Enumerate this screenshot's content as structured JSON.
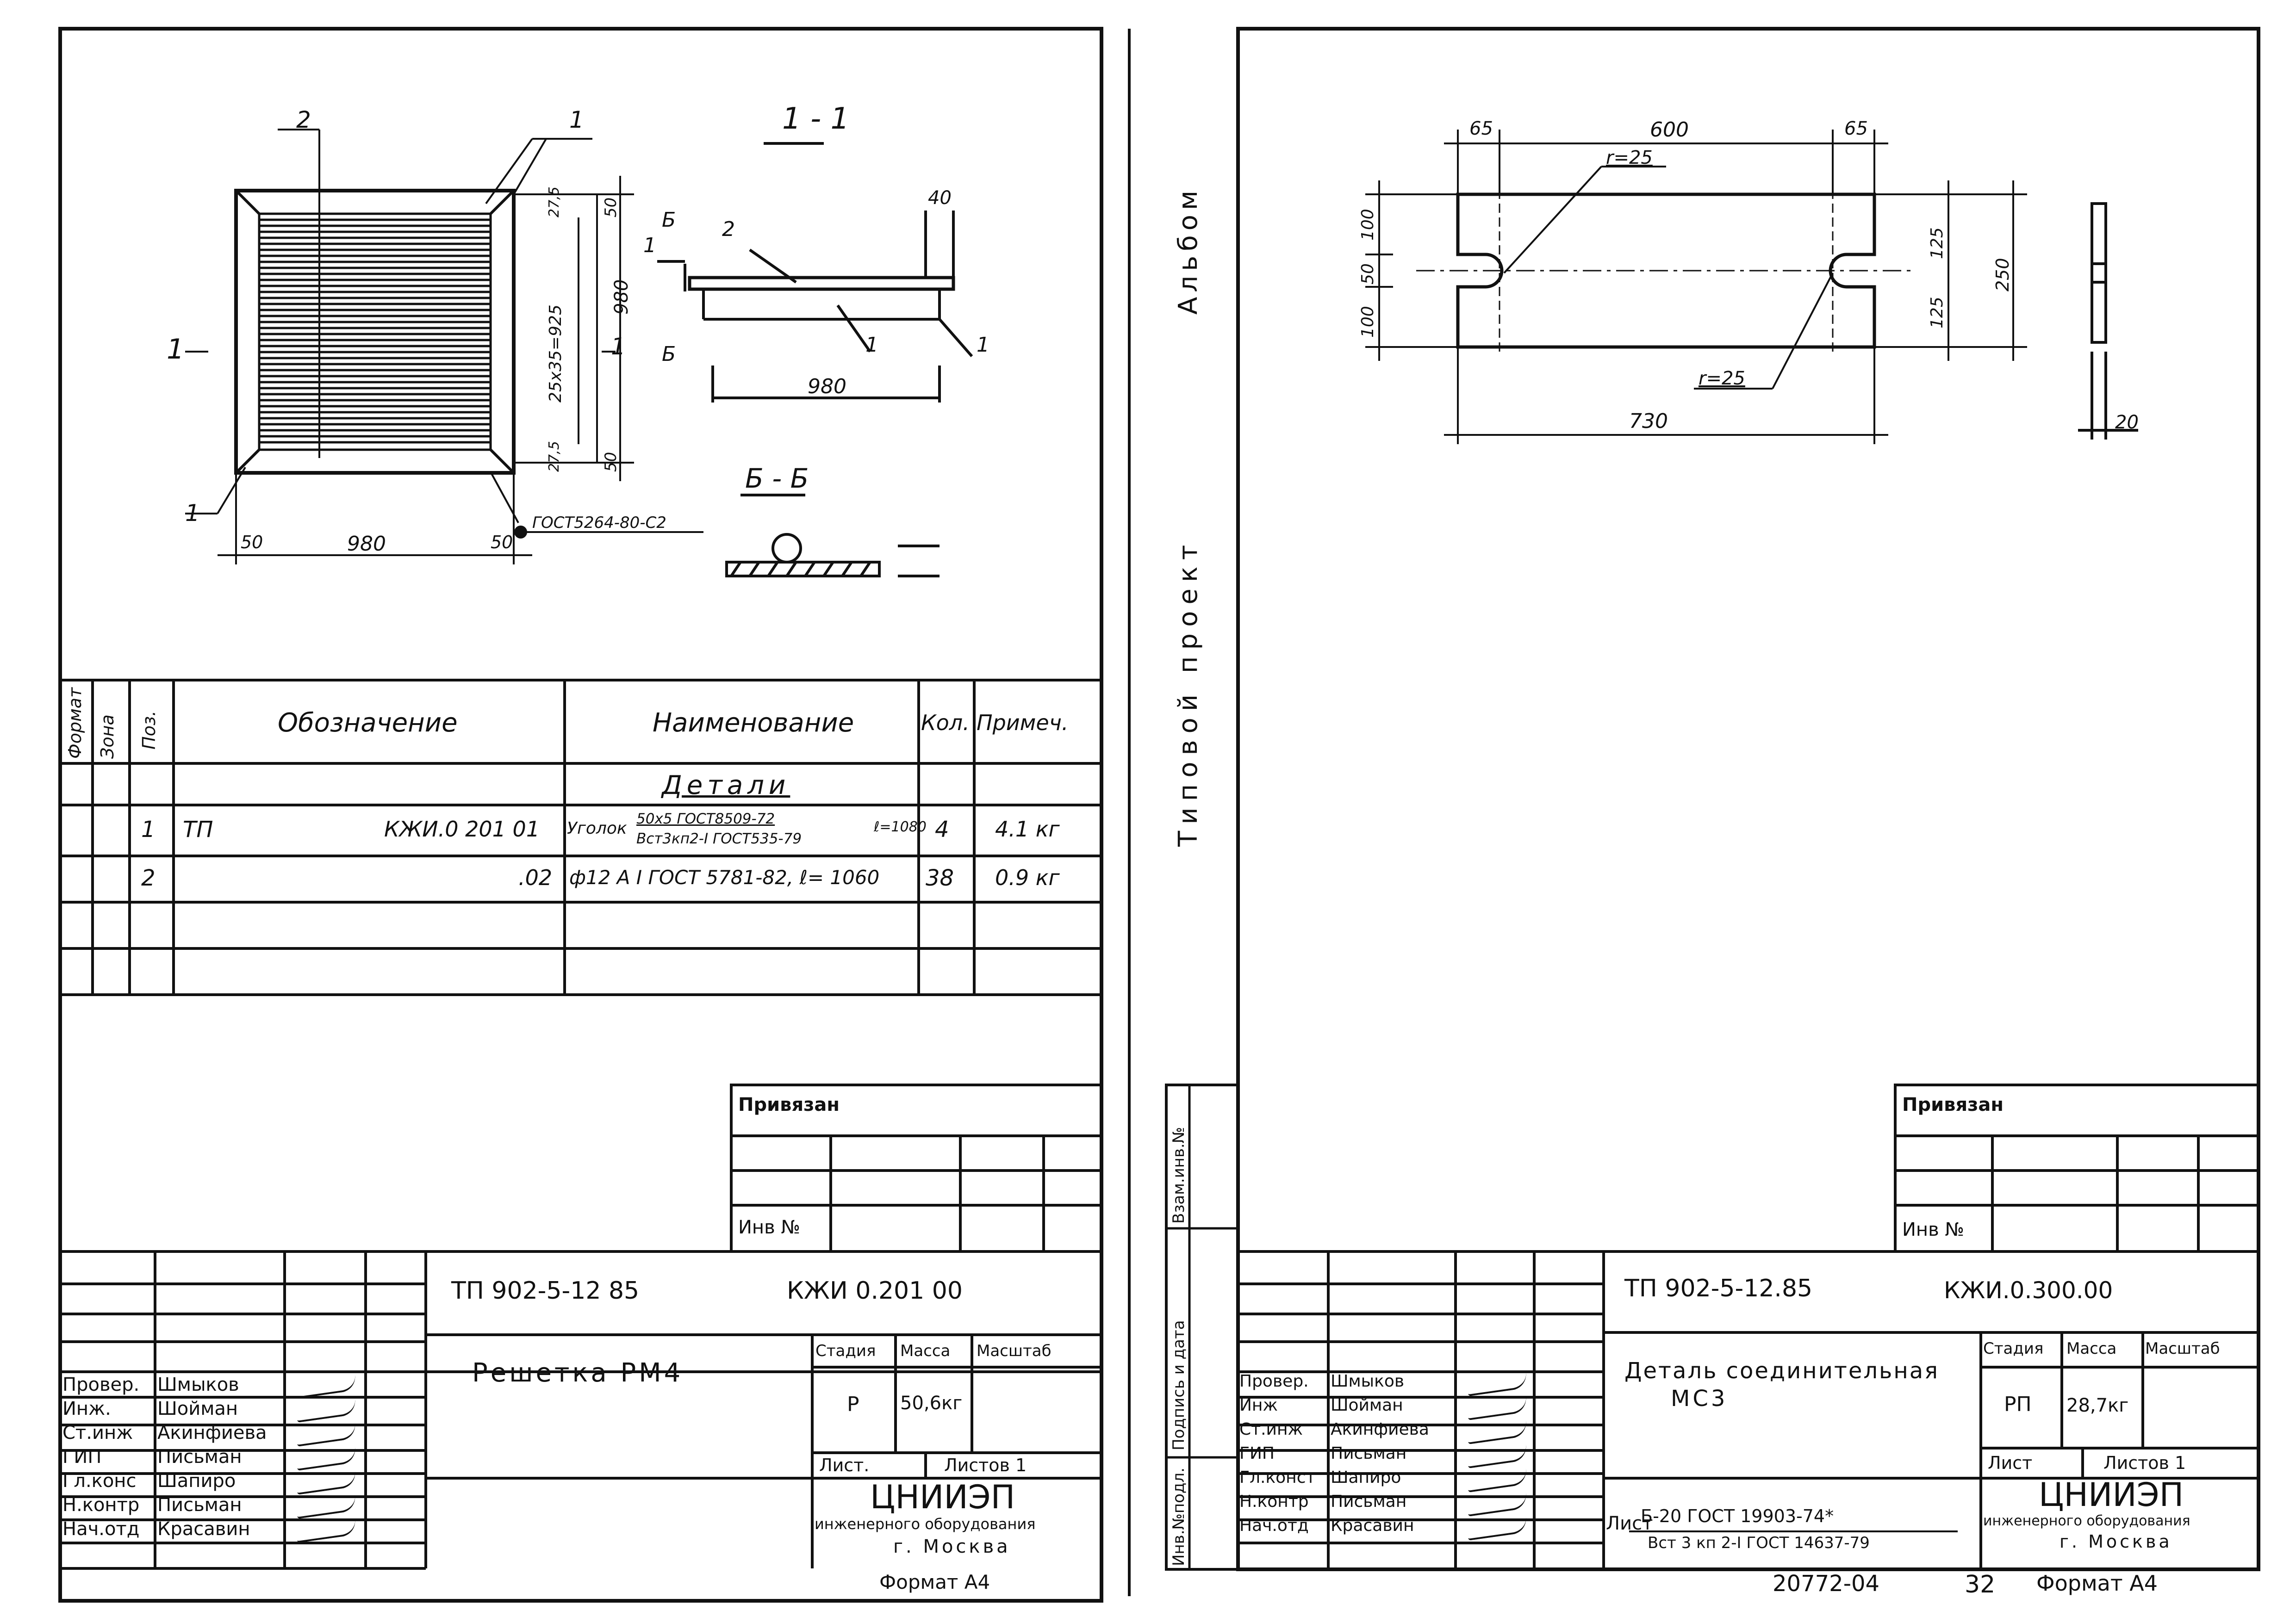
{
  "left_sheet": {
    "drawing": {
      "section_title": "1 - 1",
      "section_bb": "Б - Б",
      "callout_1": "1",
      "callout_2": "2",
      "section_marker": "1",
      "letter_b": "Б",
      "dim_980": "980",
      "dim_50": "50",
      "dim_27_5": "27,5",
      "dim_25x35": "25х35=925",
      "dim_40": "40",
      "gost_weld": "ГОСТ5264-80-С2"
    },
    "spec_table": {
      "headers": {
        "format": "Формат",
        "zone": "Зона",
        "pos": "Поз.",
        "designation": "Обозначение",
        "name": "Наименование",
        "qty": "Кол.",
        "note": "Примеч."
      },
      "section_label": "Детали",
      "rows": [
        {
          "pos": "1",
          "prefix": "ТП",
          "designation": "КЖИ.0 201 01",
          "name_main": "Уголок",
          "name_top": "50х5 ГОСТ8509-72",
          "name_bottom": "Вст3кп2-I ГОСТ535-79",
          "name_suffix": "ℓ=1080",
          "qty": "4",
          "note": "4.1 кг"
        },
        {
          "pos": "2",
          "prefix": "",
          "designation": ".02",
          "name_main": "ф12 А I ГОСТ 5781-82, ℓ= 1060",
          "name_top": "",
          "name_bottom": "",
          "name_suffix": "",
          "qty": "38",
          "note": "0.9 кг"
        }
      ]
    },
    "privyazan": "Привязан",
    "inv_no": "Инв №",
    "title_block": {
      "code_tp": "ТП 902-5-12 85",
      "code_kzhi": "КЖИ 0.201 00",
      "name": "Решетка РМ4",
      "stadia_label": "Стадия",
      "massa_label": "Масса",
      "masshtab_label": "Масштаб",
      "stadia": "Р",
      "massa": "50,6кг",
      "list_label": "Лист.",
      "listov_label": "Листов 1",
      "org": "ЦНИИЭП",
      "org_full": "инженерного оборудования",
      "city": "г. Москва",
      "format": "Формат А4",
      "staff": [
        {
          "role": "Провер.",
          "name": "Шмыков"
        },
        {
          "role": "Инж.",
          "name": "Шойман"
        },
        {
          "role": "Ст.инж",
          "name": "Акинфиева"
        },
        {
          "role": "ГИП",
          "name": "Письман"
        },
        {
          "role": "Гл.конс",
          "name": "Шапиро"
        },
        {
          "role": "Н.контр",
          "name": "Письман"
        },
        {
          "role": "Нач.отд",
          "name": "Красавин"
        }
      ]
    }
  },
  "right_sheet": {
    "album": "Альбом",
    "project": "Типовой проект",
    "drawing": {
      "dim_65": "65",
      "dim_600": "600",
      "dim_730": "730",
      "dim_r25": "r=25",
      "dim_100": "100",
      "dim_50": "50",
      "dim_125": "125",
      "dim_250": "250",
      "dim_20": "20"
    },
    "side_labels": {
      "vzam": "Взам.инв.№",
      "podpis": "Подпись и дата",
      "inv_podl": "Инв.№подл."
    },
    "privyazan": "Привязан",
    "inv_no": "Инв №",
    "title_block": {
      "code_tp": "ТП 902-5-12.85",
      "code_kzhi": "КЖИ.0.300.00",
      "name_line1": "Деталь соединительная",
      "name_line2": "МС3",
      "list_label": "Лист",
      "material_top": "Б-20 ГОСТ 19903-74*",
      "material_bottom": "Вст 3 кп 2-I ГОСТ 14637-79",
      "stadia_label": "Стадия",
      "massa_label": "Масса",
      "masshtab_label": "Масштаб",
      "stadia": "РП",
      "massa": "28,7кг",
      "list2_label": "Лист",
      "listov_label": "Листов 1",
      "org": "ЦНИИЭП",
      "org_full": "инженерного оборудования",
      "city": "г. Москва",
      "staff": [
        {
          "role": "Провер.",
          "name": "Шмыков"
        },
        {
          "role": "Инж",
          "name": "Шойман"
        },
        {
          "role": "Ст.инж",
          "name": "Акинфиева"
        },
        {
          "role": "ГИП",
          "name": "Письман"
        },
        {
          "role": "Гл.конст",
          "name": "Шапиро"
        },
        {
          "role": "Н.контр",
          "name": "Письман"
        },
        {
          "role": "Нач.отд",
          "name": "Красавин"
        }
      ]
    },
    "footer_number": "20772-04",
    "footer_page": "32",
    "footer_format": "Формат А4"
  }
}
